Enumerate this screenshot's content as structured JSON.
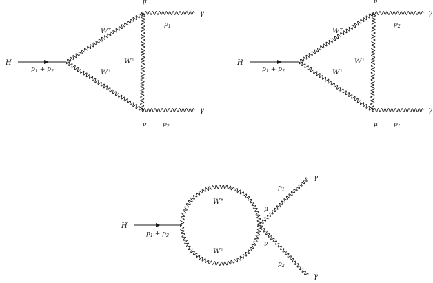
{
  "diagram_left": {
    "higgs_label": "H",
    "momentum_in": "p1 + p2",
    "w_upper": "W+",
    "w_lower": "W+",
    "w_vertical": "W+",
    "index_top": "μ",
    "index_bottom": "ν",
    "photon_top": "γ",
    "photon_bottom": "γ",
    "momentum_top": "p1",
    "momentum_bottom": "p2"
  },
  "diagram_right": {
    "higgs_label": "H",
    "momentum_in": "p1 + p2",
    "w_upper": "W+",
    "w_lower": "W+",
    "w_vertical": "W+",
    "index_top": "ν",
    "index_bottom": "μ",
    "photon_top": "γ",
    "photon_bottom": "γ",
    "momentum_top": "p2",
    "momentum_bottom": "p1"
  },
  "diagram_bottom": {
    "higgs_label": "H",
    "momentum_in": "p1 + p2",
    "w_upper": "W+",
    "w_lower": "W+",
    "index_upper": "μ",
    "index_lower": "ν",
    "photon_upper": "γ",
    "photon_lower": "γ",
    "momentum_upper": "p1",
    "momentum_lower": "p2"
  }
}
